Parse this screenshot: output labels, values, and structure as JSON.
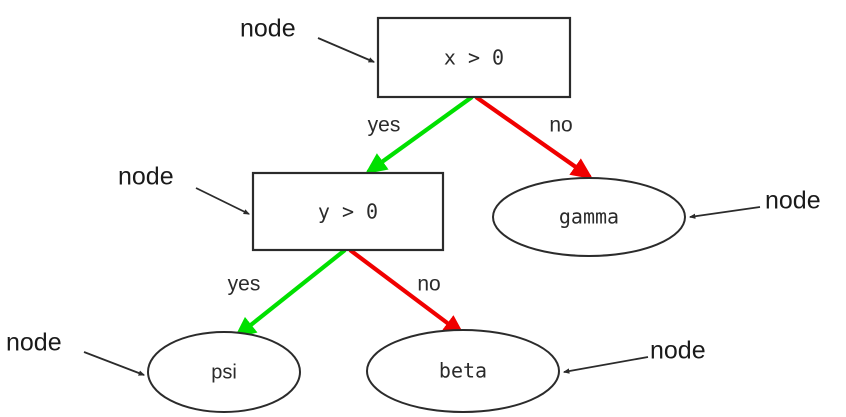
{
  "diagram": {
    "type": "decision-tree",
    "background": "#ffffff",
    "colors": {
      "yes_edge": "#00e000",
      "no_edge": "#f00000",
      "node_stroke": "#2b2b2b",
      "annotation": "#1a1a1a"
    },
    "nodes": [
      {
        "id": "root",
        "shape": "rectangle",
        "label": "x > 0",
        "font": "mono"
      },
      {
        "id": "second",
        "shape": "rectangle",
        "label": "y > 0",
        "font": "mono"
      },
      {
        "id": "gamma",
        "shape": "ellipse",
        "label": "gamma",
        "font": "mono"
      },
      {
        "id": "psi",
        "shape": "ellipse",
        "label": "psi",
        "font": "sans"
      },
      {
        "id": "beta",
        "shape": "ellipse",
        "label": "beta",
        "font": "mono"
      }
    ],
    "edges": [
      {
        "id": "root-yes",
        "from": "root",
        "to": "second",
        "label": "yes",
        "color": "#00e000"
      },
      {
        "id": "root-no",
        "from": "root",
        "to": "gamma",
        "label": "no",
        "color": "#f00000"
      },
      {
        "id": "second-yes",
        "from": "second",
        "to": "psi",
        "label": "yes",
        "color": "#00e000"
      },
      {
        "id": "second-no",
        "from": "second",
        "to": "beta",
        "label": "no",
        "color": "#f00000"
      }
    ],
    "annotations": [
      {
        "id": "annot-root",
        "label": "node",
        "target": "root"
      },
      {
        "id": "annot-second",
        "label": "node",
        "target": "second"
      },
      {
        "id": "annot-gamma",
        "label": "node",
        "target": "gamma"
      },
      {
        "id": "annot-psi",
        "label": "node",
        "target": "psi"
      },
      {
        "id": "annot-beta",
        "label": "node",
        "target": "beta"
      }
    ]
  }
}
